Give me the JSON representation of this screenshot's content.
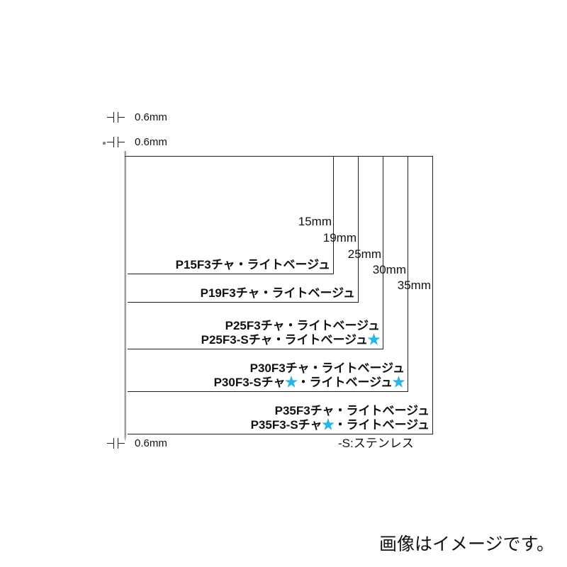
{
  "diagram": {
    "dim_top1": "0.6mm",
    "dim_top2": "0.6mm",
    "dim_bottom": "0.6mm",
    "lengths": [
      "15mm",
      "19mm",
      "25mm",
      "30mm",
      "35mm"
    ],
    "products": [
      [
        "P15F3チャ・ライトベージュ"
      ],
      [
        "P19F3チャ・ライトベージュ"
      ],
      [
        "P25F3チャ・ライトベージュ",
        "P25F3-Sチャ・ライトベージュ★"
      ],
      [
        "P30F3チャ・ライトベージュ",
        "P30F3-Sチャ★・ライトベージュ★"
      ],
      [
        "P35F3チャ・ライトベージュ",
        "P35F3-Sチャ★・ライトベージュ"
      ]
    ],
    "footnote": "-S:ステンレス",
    "star_color": "#2ab5e2",
    "pin_color": "#8a8a8a"
  },
  "caption": "画像はイメージです。"
}
